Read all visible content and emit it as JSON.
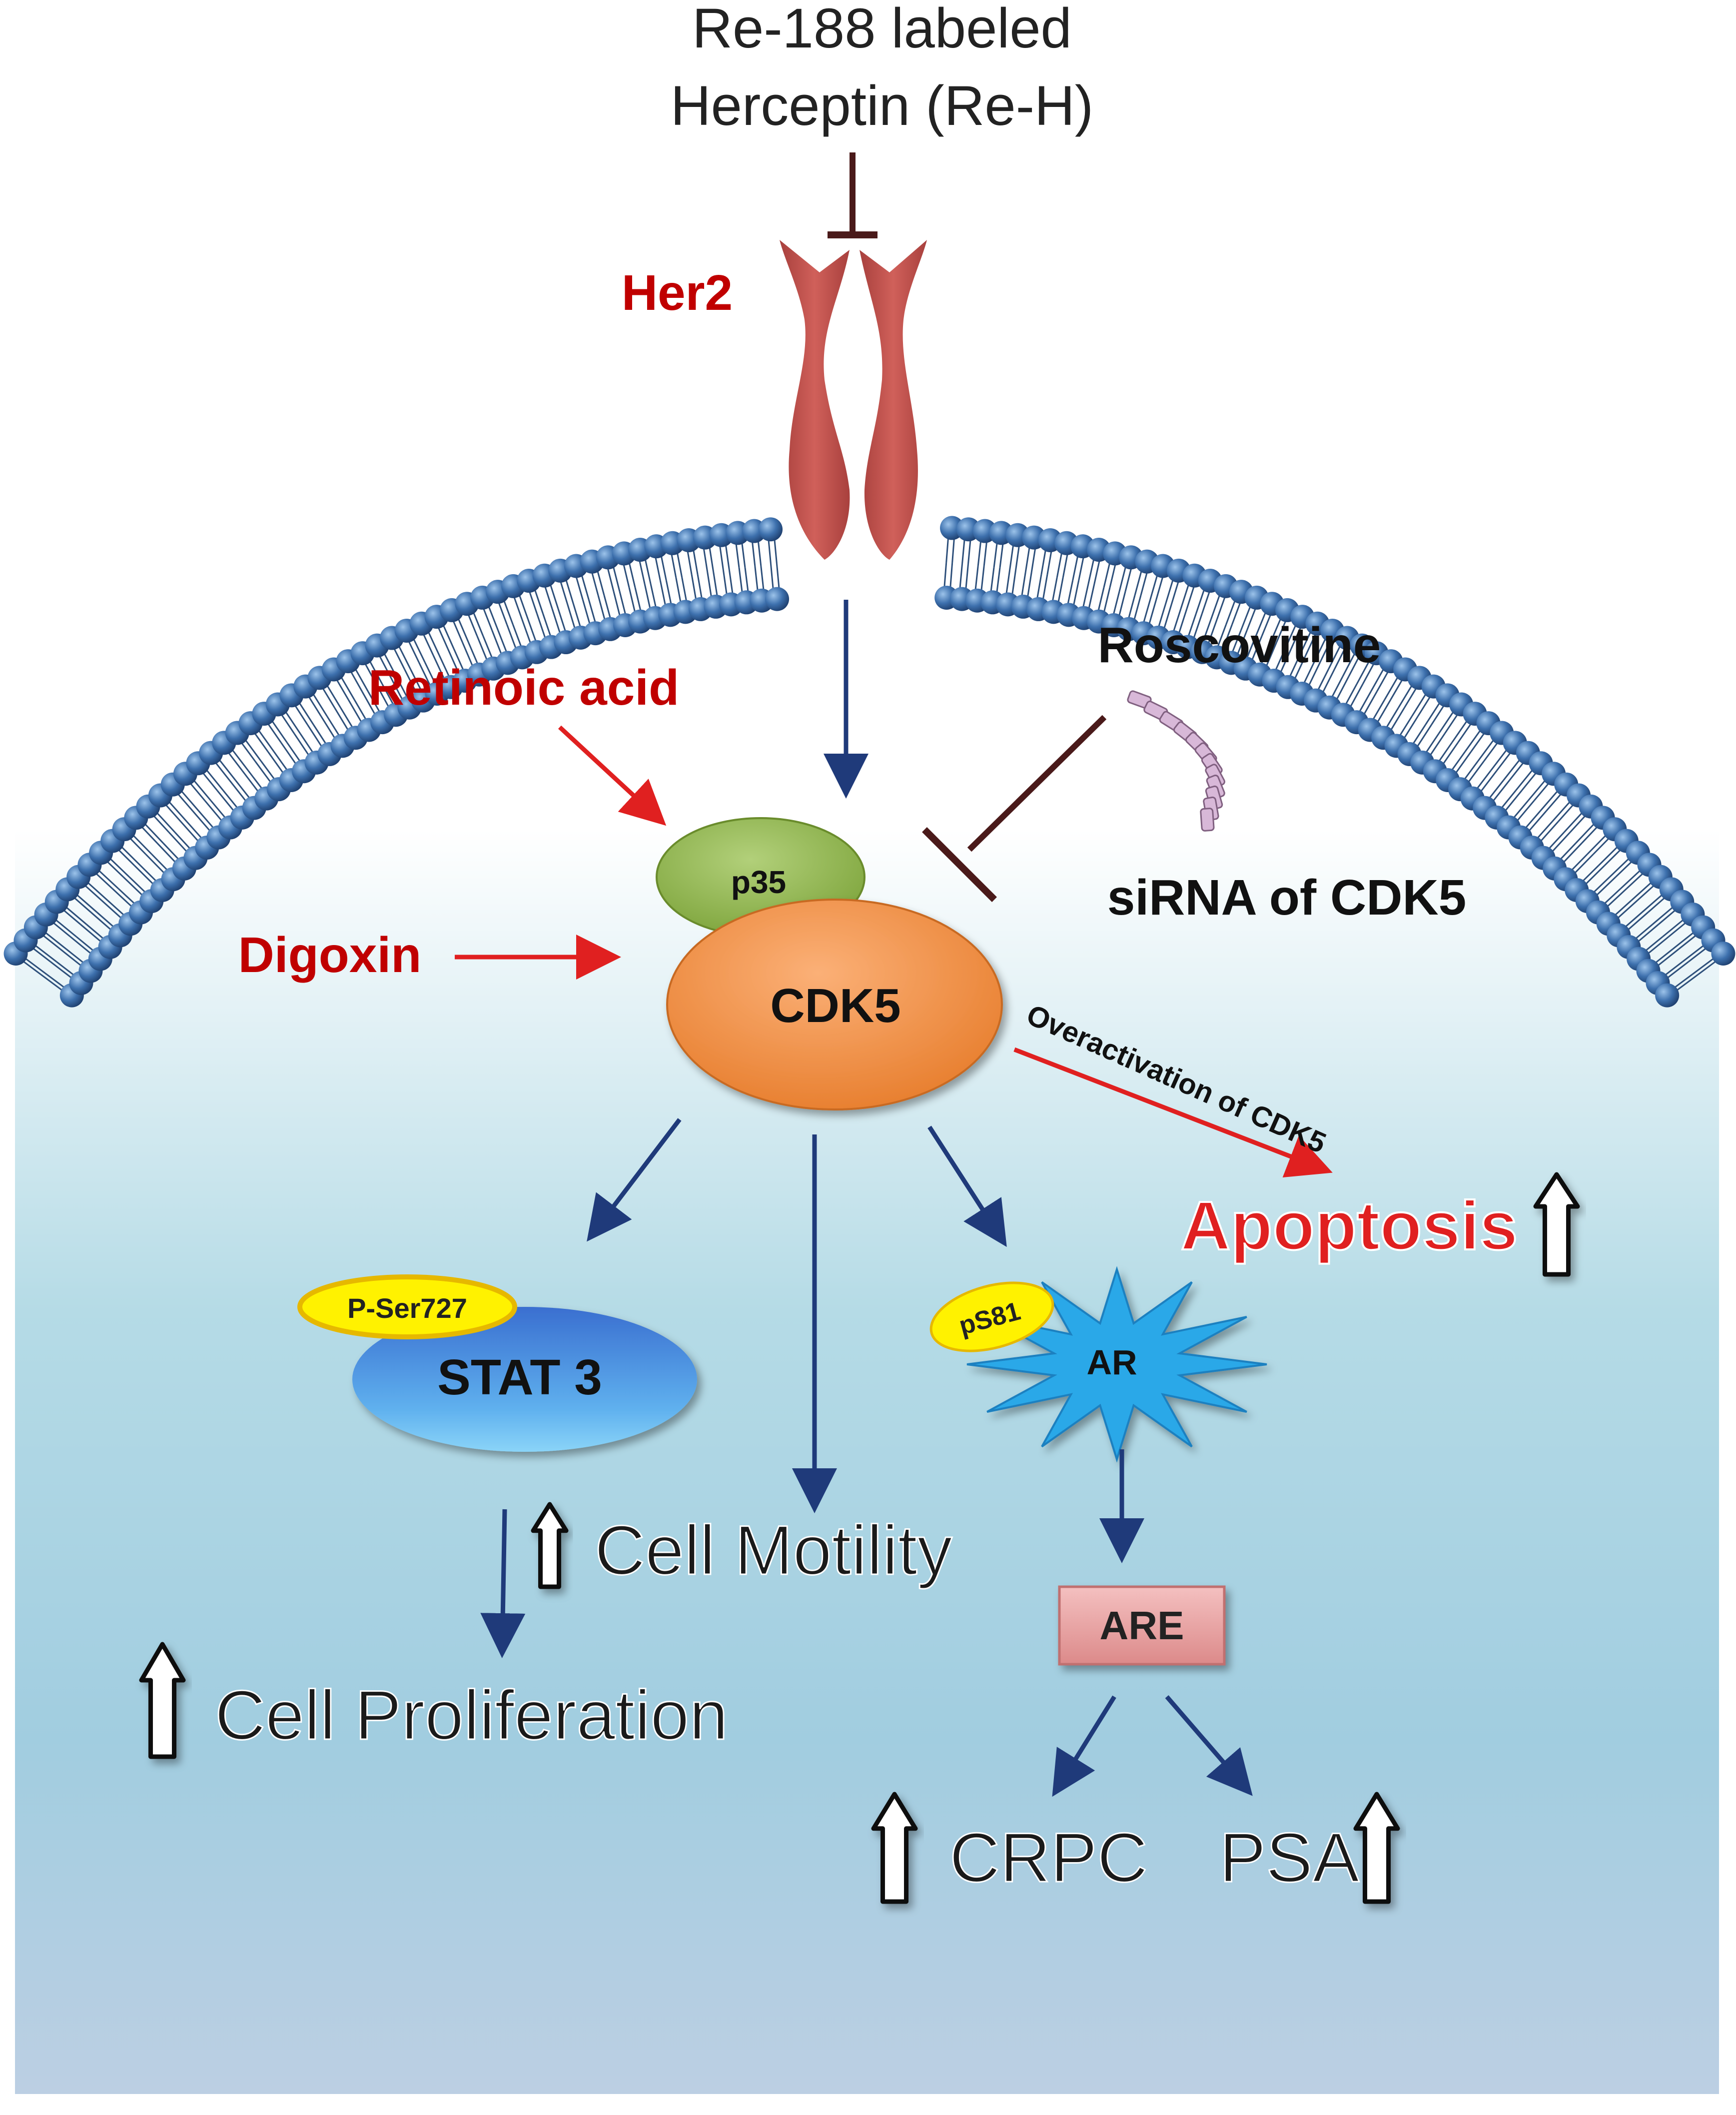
{
  "labels": {
    "drug_top": "Re-188 labeled",
    "drug_top_2": "Herceptin (Re-H)",
    "receptor": "Her2",
    "activator_1": "Retinoic acid",
    "activator_2": "Digoxin",
    "inhibitor_1": "Roscovitine",
    "inhibitor_2": "siRNA of CDK5",
    "cofactor": "p35",
    "kinase": "CDK5",
    "overactivation": "Overactivation of CDK5",
    "apoptosis": "Apoptosis",
    "stat_phospho": "P-Ser727",
    "stat": "STAT 3",
    "ar_phospho": "pS81",
    "ar": "AR",
    "cell_motility": "Cell Motility",
    "are": "ARE",
    "cell_proliferation": "Cell Proliferation",
    "crpc": "CRPC",
    "psa": "PSA"
  },
  "colors": {
    "red_text": "#c00000",
    "dark_arrow": "#1f3a7a",
    "inhibit_line": "#4a1a1a",
    "her2": "#c0504d",
    "membrane_head": "#3a6fae",
    "cdk5": "#f08a3c",
    "p35": "#8db04a",
    "stat3": "#4a80d0",
    "ar": "#2aa8e8",
    "phospho": "#fff200",
    "are_box": "#e8a0a0",
    "background_top": "#ffffff",
    "background_bottom": "#9dcbdc"
  }
}
